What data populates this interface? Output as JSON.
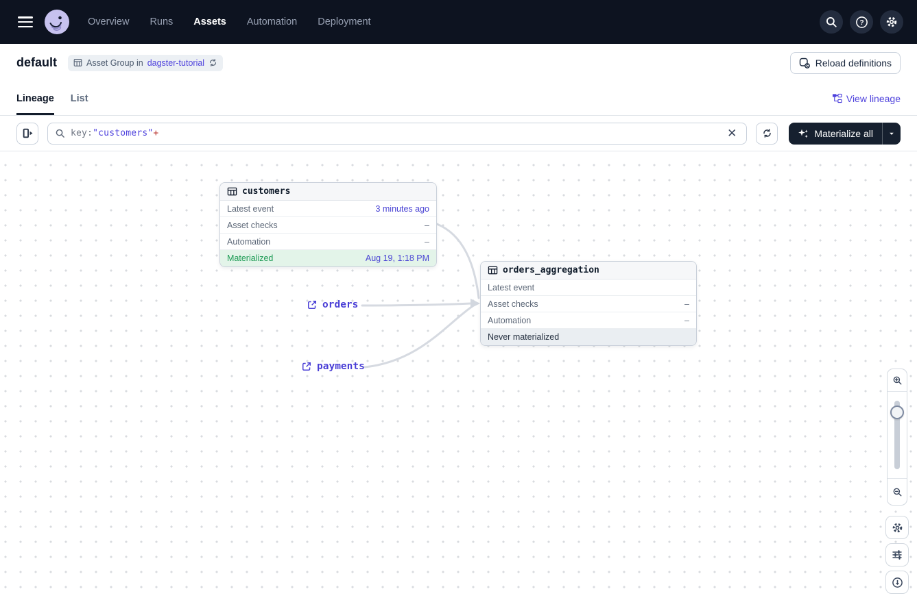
{
  "nav": {
    "menu_icon": "hamburger-icon",
    "logo_icon": "dagster-logo",
    "items": [
      {
        "label": "Overview",
        "active": false
      },
      {
        "label": "Runs",
        "active": false
      },
      {
        "label": "Assets",
        "active": true
      },
      {
        "label": "Automation",
        "active": false
      },
      {
        "label": "Deployment",
        "active": false
      }
    ],
    "action_icons": [
      "search-icon",
      "help-icon",
      "gear-icon"
    ]
  },
  "header": {
    "title": "default",
    "badge": {
      "icon": "asset-group-icon",
      "prefix": "Asset Group in",
      "link": "dagster-tutorial",
      "refresh_icon": "refresh-icon"
    },
    "reload_button": {
      "icon": "code-location-icon",
      "label": "Reload definitions"
    }
  },
  "tabs": {
    "items": [
      {
        "label": "Lineage",
        "active": true
      },
      {
        "label": "List",
        "active": false
      }
    ],
    "view_lineage": {
      "icon": "lineage-icon",
      "label": "View lineage"
    }
  },
  "toolbar": {
    "expand_icon": "expand-panel-icon",
    "search": {
      "icon": "search-icon",
      "prefix": "key:",
      "value": "\"customers\"",
      "operator": "+",
      "clear_icon": "close-icon"
    },
    "refresh_icon": "refresh-icon",
    "materialize": {
      "icon": "sparkle-icon",
      "label": "Materialize all",
      "caret_icon": "caret-down-icon"
    }
  },
  "graph": {
    "nodes": [
      {
        "title": "customers",
        "icon": "table-icon",
        "rows": [
          {
            "label": "Latest event",
            "value": "3 minutes ago"
          },
          {
            "label": "Asset checks",
            "value": "–"
          },
          {
            "label": "Automation",
            "value": "–"
          },
          {
            "label": "Materialized",
            "value": "Aug 19, 1:18 PM"
          }
        ]
      },
      {
        "title": "orders_aggregation",
        "icon": "table-icon",
        "rows": [
          {
            "label": "Latest event",
            "value": ""
          },
          {
            "label": "Asset checks",
            "value": "–"
          },
          {
            "label": "Automation",
            "value": "–"
          },
          {
            "label": "Never materialized",
            "value": ""
          }
        ]
      }
    ],
    "external_links": [
      {
        "icon": "external-link-icon",
        "label": "orders"
      },
      {
        "icon": "external-link-icon",
        "label": "payments"
      }
    ]
  },
  "controls": {
    "zoom_in_icon": "zoom-in-icon",
    "zoom_out_icon": "zoom-out-icon",
    "settings_icon": "gear-icon",
    "filters_icon": "tune-icon",
    "recenter_icon": "recenter-icon"
  },
  "colors": {
    "accent": "#4F43DD",
    "nav_bg": "#0D1320",
    "materialized_text": "#1E9B55",
    "materialized_bg": "#E3F4E9",
    "never_bg": "#EAEEF2",
    "edge": "#D6DAE1",
    "operator_red": "#B8322C"
  }
}
